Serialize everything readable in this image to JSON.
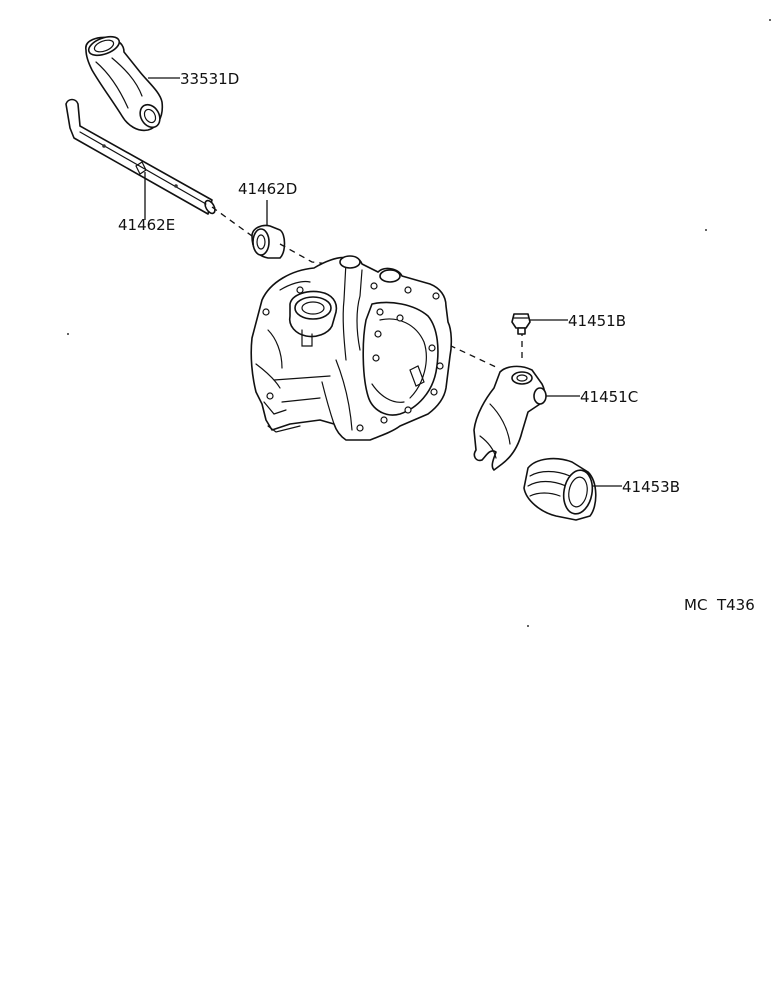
{
  "diagram": {
    "labels": {
      "p33531d": "33531D",
      "p41462e": "41462E",
      "p41462d": "41462D",
      "p41451b": "41451B",
      "p41451c": "41451C",
      "p41453b": "41453B"
    },
    "figure_code": "MC  T436"
  }
}
